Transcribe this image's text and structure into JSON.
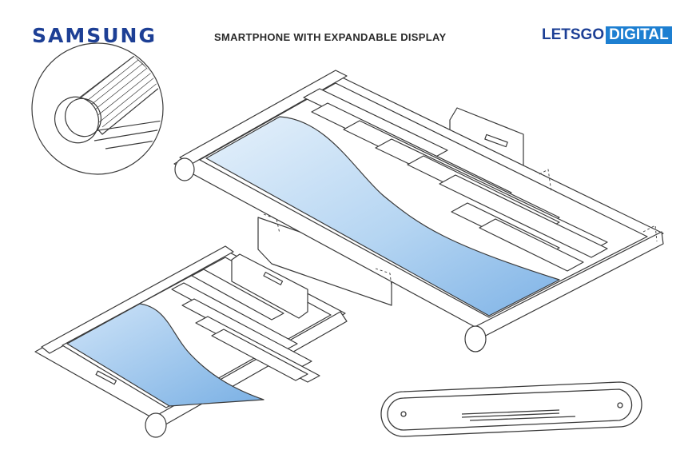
{
  "header": {
    "brand": "SAMSUNG",
    "title": "SMARTPHONE WITH EXPANDABLE DISPLAY",
    "logo_part1": "LETSGO",
    "logo_part2": "DIGITAL"
  },
  "colors": {
    "brand_blue": "#1d3f95",
    "logo_blue": "#1d7fd1",
    "screen_light": "#dcecfa",
    "screen_dark": "#7eb2e6",
    "line": "#3a3a3a"
  },
  "figures": [
    {
      "name": "roller-detail"
    },
    {
      "name": "expanded-device"
    },
    {
      "name": "compact-device"
    },
    {
      "name": "side-section"
    }
  ]
}
